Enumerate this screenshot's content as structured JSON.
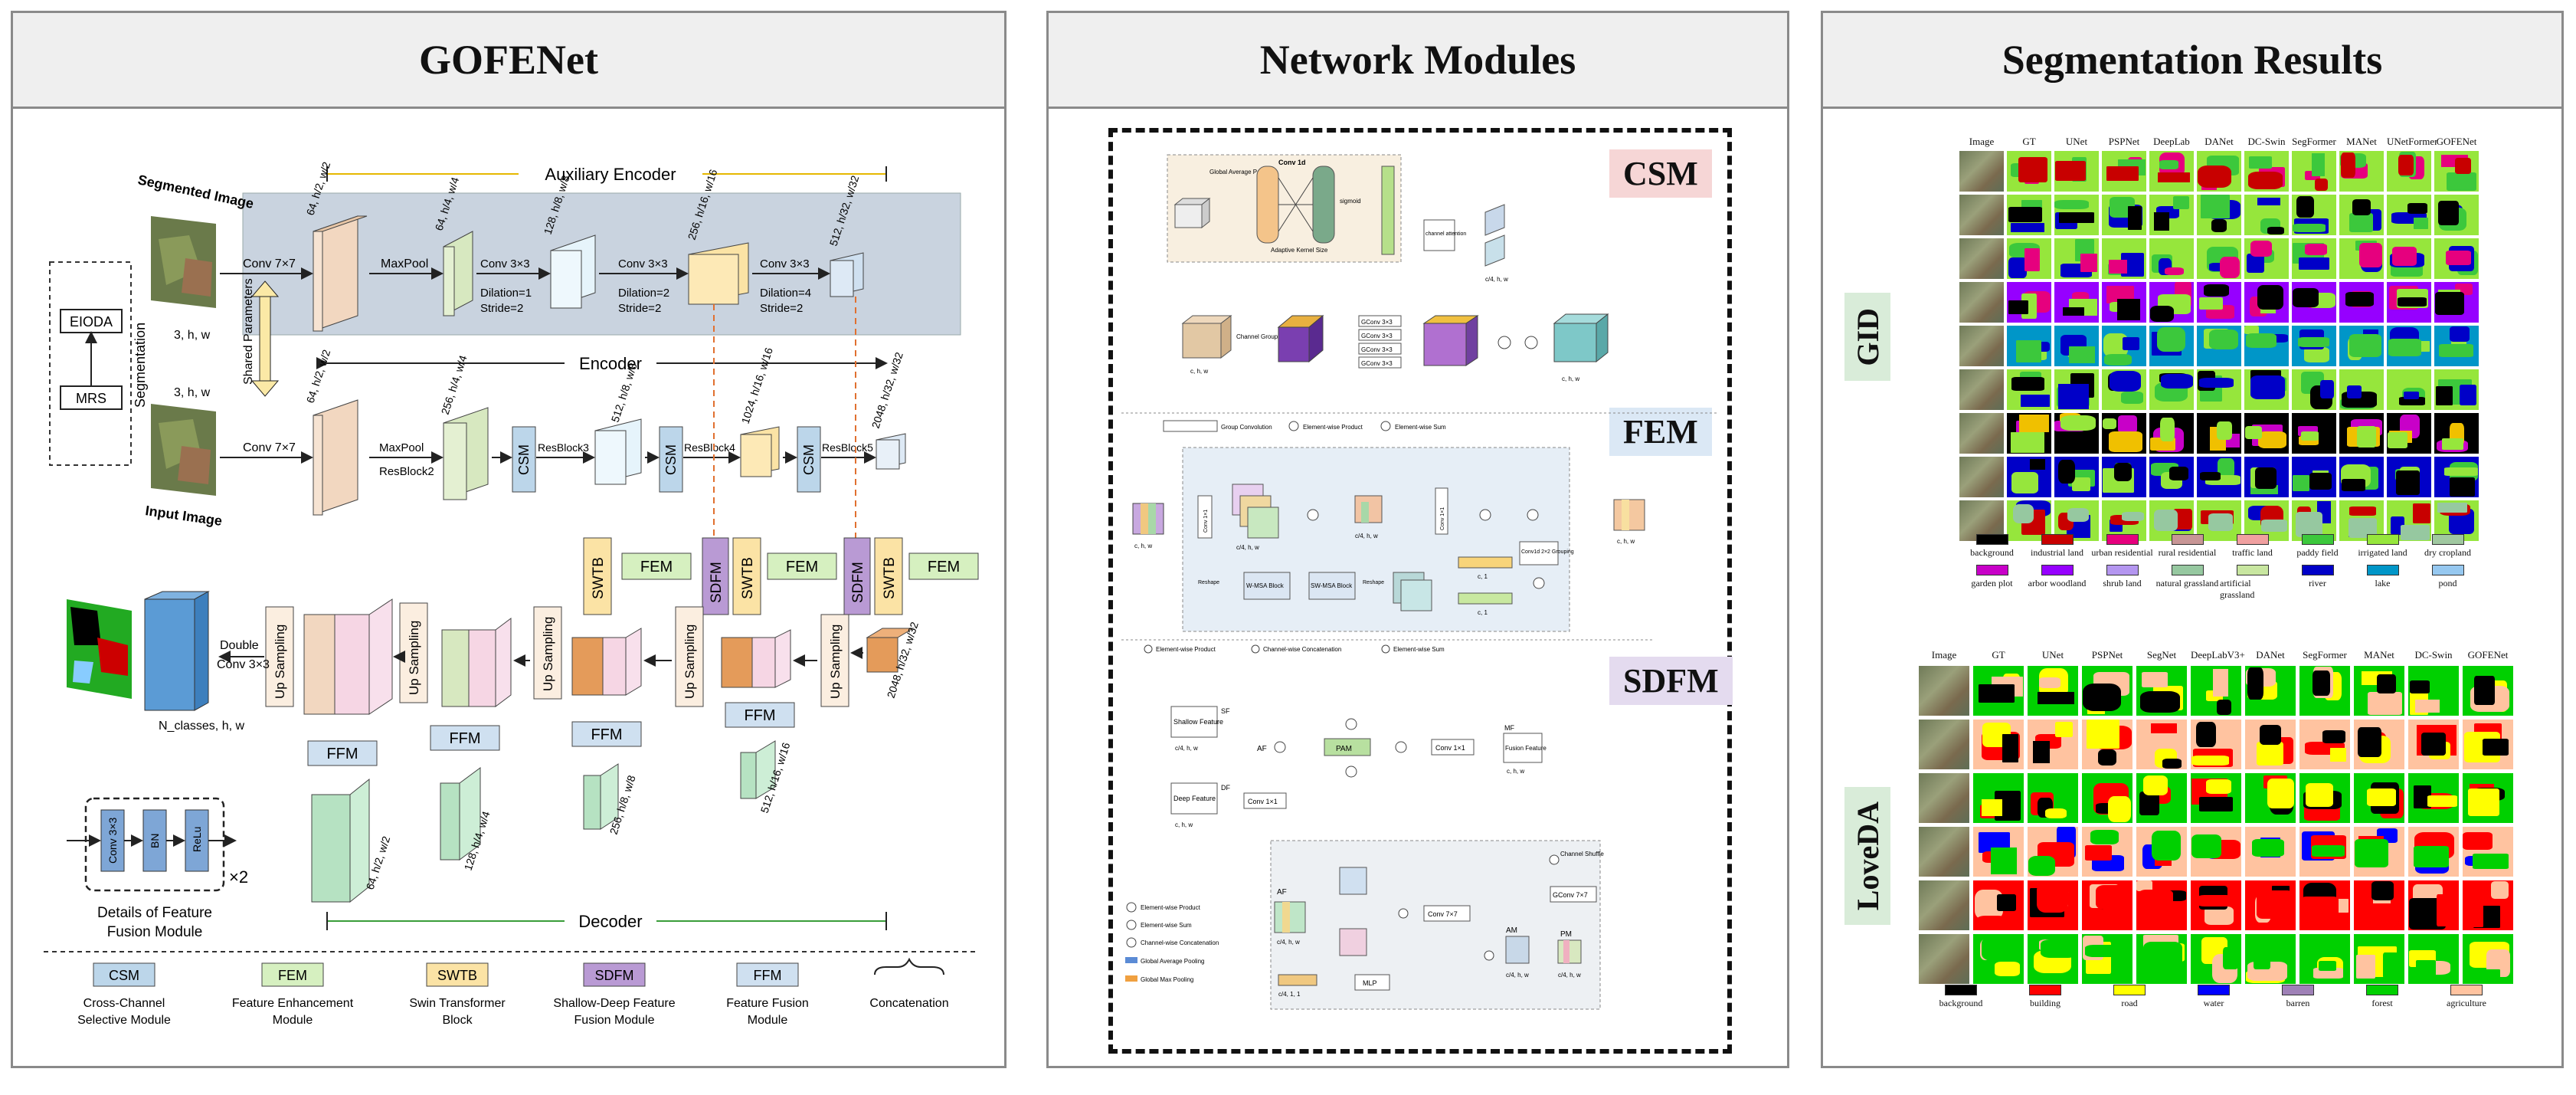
{
  "panels": {
    "left_title": "GOFENet",
    "mid_title": "Network Modules",
    "right_title": "Segmentation Results"
  },
  "gofenet": {
    "aux_encoder": "Auxiliary Encoder",
    "encoder": "Encoder",
    "decoder": "Decoder",
    "segmented_image": "Segmented Image",
    "input_image": "Input Image",
    "segmentation": "Segmentation",
    "eioda": "EIODA",
    "mrs": "MRS",
    "shape_in": "3, h, w",
    "shape_in2": "3, h, w",
    "shared_params": "Shared Parameters",
    "conv77_a": "Conv 7×7",
    "conv77_b": "Conv 7×7",
    "maxpool_a": "MaxPool",
    "maxpool_b": "MaxPool",
    "resblock2": "ResBlock2",
    "resblock3": "ResBlock3",
    "resblock4": "ResBlock4",
    "resblock5": "ResBlock5",
    "conv33_1": "Conv 3×3",
    "conv33_2": "Conv 3×3",
    "conv33_3": "Conv 3×3",
    "dil1": "Dilation=1",
    "str1": "Stride=2",
    "dil2": "Dilation=2",
    "str2": "Stride=2",
    "dil4": "Dilation=4",
    "str4": "Stride=2",
    "aux_dims": [
      "64, h/2, w/2",
      "64, h/4, w/4",
      "128, h/8, w/8",
      "256, h/16, w/16",
      "512, h/32, w/32"
    ],
    "enc_dims": [
      "64, h/2, w/2",
      "256, h/4, w/4",
      "512, h/8, w/8",
      "1024, h/16, w/16",
      "2048, h/32, w/32"
    ],
    "dec_dims": [
      "64, h/2, w/2",
      "128, h/4, w/4",
      "256, h/8, w/8",
      "512, h/16, w/16",
      "2048, h/32, w/32"
    ],
    "csm": "CSM",
    "fem": "FEM",
    "swtb": "SWTB",
    "sdfm": "SDFM",
    "ffm": "FFM",
    "up_sampling": "Up Sampling",
    "double_conv": "Double",
    "double_conv2": "Conv 3×3",
    "out_shape": "N_classes, h, w",
    "ffm_detail_conv": "Conv 3×3",
    "ffm_detail_bn": "BN",
    "ffm_detail_relu": "ReLu",
    "times2": "×2",
    "ffm_detail_caption1": "Details of Feature",
    "ffm_detail_caption2": "Fusion Module",
    "legend": [
      {
        "abbr": "CSM",
        "desc1": "Cross-Channel",
        "desc2": "Selective Module",
        "color": "#bcd6ea"
      },
      {
        "abbr": "FEM",
        "desc1": "Feature Enhancement",
        "desc2": "Module",
        "color": "#d6f0c0"
      },
      {
        "abbr": "SWTB",
        "desc1": "Swin Transformer",
        "desc2": "Block",
        "color": "#fbe3a5"
      },
      {
        "abbr": "SDFM",
        "desc1": "Shallow-Deep Feature",
        "desc2": "Fusion Module",
        "color": "#b99ad4"
      },
      {
        "abbr": "FFM",
        "desc1": "Feature Fusion",
        "desc2": "Module",
        "color": "#cfe0f0"
      }
    ],
    "legend_concat": "Concatenation"
  },
  "modules": {
    "csm_title": "CSM",
    "fem_title": "FEM",
    "sdfm_title": "SDFM",
    "csm_texts": [
      "Global Average Pooling",
      "Conv 1d",
      "Adaptive Kernel Size",
      "sigmoid",
      "channel attention",
      "c/4, h, w",
      "Channel Grouping",
      "c, h, w",
      "GConv 3×3",
      "GConv 3×3",
      "GConv 3×3",
      "GConv 3×3",
      "Group Convolution",
      "Element-wise Product",
      "Element-wise Sum"
    ],
    "fem_texts": [
      "Conv 1×1",
      "Conv 1×1",
      "W-MSA Block",
      "SW-MSA Block",
      "Reshape",
      "Reshape",
      "c/4, h, w",
      "c, h, w",
      "c, h, w",
      "Conv 1×1",
      "Conv1d 2×2 Grouping",
      "c, 1",
      "c, 1",
      "Element-wise Product",
      "Channel-wise Concatenation",
      "Element-wise Sum"
    ],
    "sdfm_texts": [
      "Shallow Feature",
      "SF",
      "c/4, h, w",
      "AF",
      "PAM",
      "Conv 1×1",
      "MF",
      "Fusion Feature",
      "c, h, w",
      "Deep Feature",
      "DF",
      "c, h, w",
      "Conv 1×1",
      "Channel Shuffle",
      "GConv 7×7",
      "Conv 7×7",
      "AM",
      "PM",
      "MLP",
      "c/4, h, w",
      "c/4, 1, 1",
      "c/4, h, w",
      "Element-wise Product",
      "Element-wise Sum",
      "Channel-wise Concatenation",
      "Global Average Pooling",
      "Global Max Pooling"
    ]
  },
  "results": {
    "gid_label": "GID",
    "loveda_label": "LoveDA",
    "gid_columns": [
      "Image",
      "GT",
      "UNet",
      "PSPNet",
      "DeepLab",
      "DANet",
      "DC-Swin",
      "SegFormer",
      "MANet",
      "UNetFormer",
      "GOFENet"
    ],
    "loveda_columns": [
      "Image",
      "GT",
      "UNet",
      "PSPNet",
      "SegNet",
      "DeepLabV3+",
      "DANet",
      "SegFormer",
      "MANet",
      "DC-Swin",
      "GOFENet"
    ],
    "gid_legend": [
      {
        "name": "background",
        "color": "#000000"
      },
      {
        "name": "industrial land",
        "color": "#c80000"
      },
      {
        "name": "urban residential",
        "color": "#e6007e"
      },
      {
        "name": "rural residential",
        "color": "#c89696"
      },
      {
        "name": "traffic land",
        "color": "#f0a0a0"
      },
      {
        "name": "paddy field",
        "color": "#3cc83c"
      },
      {
        "name": "irrigated land",
        "color": "#96e63c"
      },
      {
        "name": "dry cropland",
        "color": "#a0c8a0"
      },
      {
        "name": "garden plot",
        "color": "#c800c8"
      },
      {
        "name": "arbor woodland",
        "color": "#9600ff"
      },
      {
        "name": "shrub land",
        "color": "#b496f0"
      },
      {
        "name": "natural grassland",
        "color": "#96c8a0"
      },
      {
        "name": "artificial grassland",
        "color": "#c8e6a0"
      },
      {
        "name": "river",
        "color": "#0000c8"
      },
      {
        "name": "lake",
        "color": "#0096c8"
      },
      {
        "name": "pond",
        "color": "#96c8f0"
      }
    ],
    "loveda_legend": [
      {
        "name": "background",
        "color": "#000000"
      },
      {
        "name": "building",
        "color": "#ff0000"
      },
      {
        "name": "road",
        "color": "#ffff00"
      },
      {
        "name": "water",
        "color": "#0000ff"
      },
      {
        "name": "barren",
        "color": "#9f81b7"
      },
      {
        "name": "forest",
        "color": "#00d000"
      },
      {
        "name": "agriculture",
        "color": "#ffc3a0"
      }
    ]
  }
}
